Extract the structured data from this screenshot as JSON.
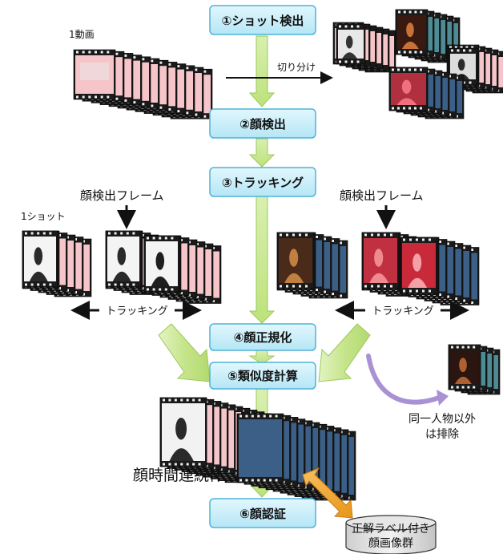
{
  "steps": [
    {
      "id": "shot",
      "label": "①ショット検出"
    },
    {
      "id": "face",
      "label": "②顔検出"
    },
    {
      "id": "track",
      "label": "③トラッキング"
    },
    {
      "id": "norm",
      "label": "④顔正規化"
    },
    {
      "id": "sim",
      "label": "⑤類似度計算"
    },
    {
      "id": "recog",
      "label": "⑥顔認証"
    }
  ],
  "labels": {
    "one_video": "1動画",
    "split": "切り分け",
    "one_shot": "1ショット",
    "face_frame_left": "顔検出フレーム",
    "face_frame_right": "顔検出フレーム",
    "tracking_left": "トラッキング",
    "tracking_right": "トラッキング",
    "exclude_line1": "同一人物以外",
    "exclude_line2": "は排除",
    "face_sequence": "顔時間連続体",
    "db_line1": "正解ラベル付き",
    "db_line2": "顔画像群"
  },
  "colors": {
    "step_fill": "#c9eefa",
    "step_stroke": "#4fb3d9",
    "green_arrow": "#c6e58b",
    "film_pink": "#f6c5c9",
    "film_blue": "#3b5f86",
    "film_teal": "#4d8c94",
    "purple_arrow": "#a991d4",
    "orange_arrow": "#f0a020"
  }
}
